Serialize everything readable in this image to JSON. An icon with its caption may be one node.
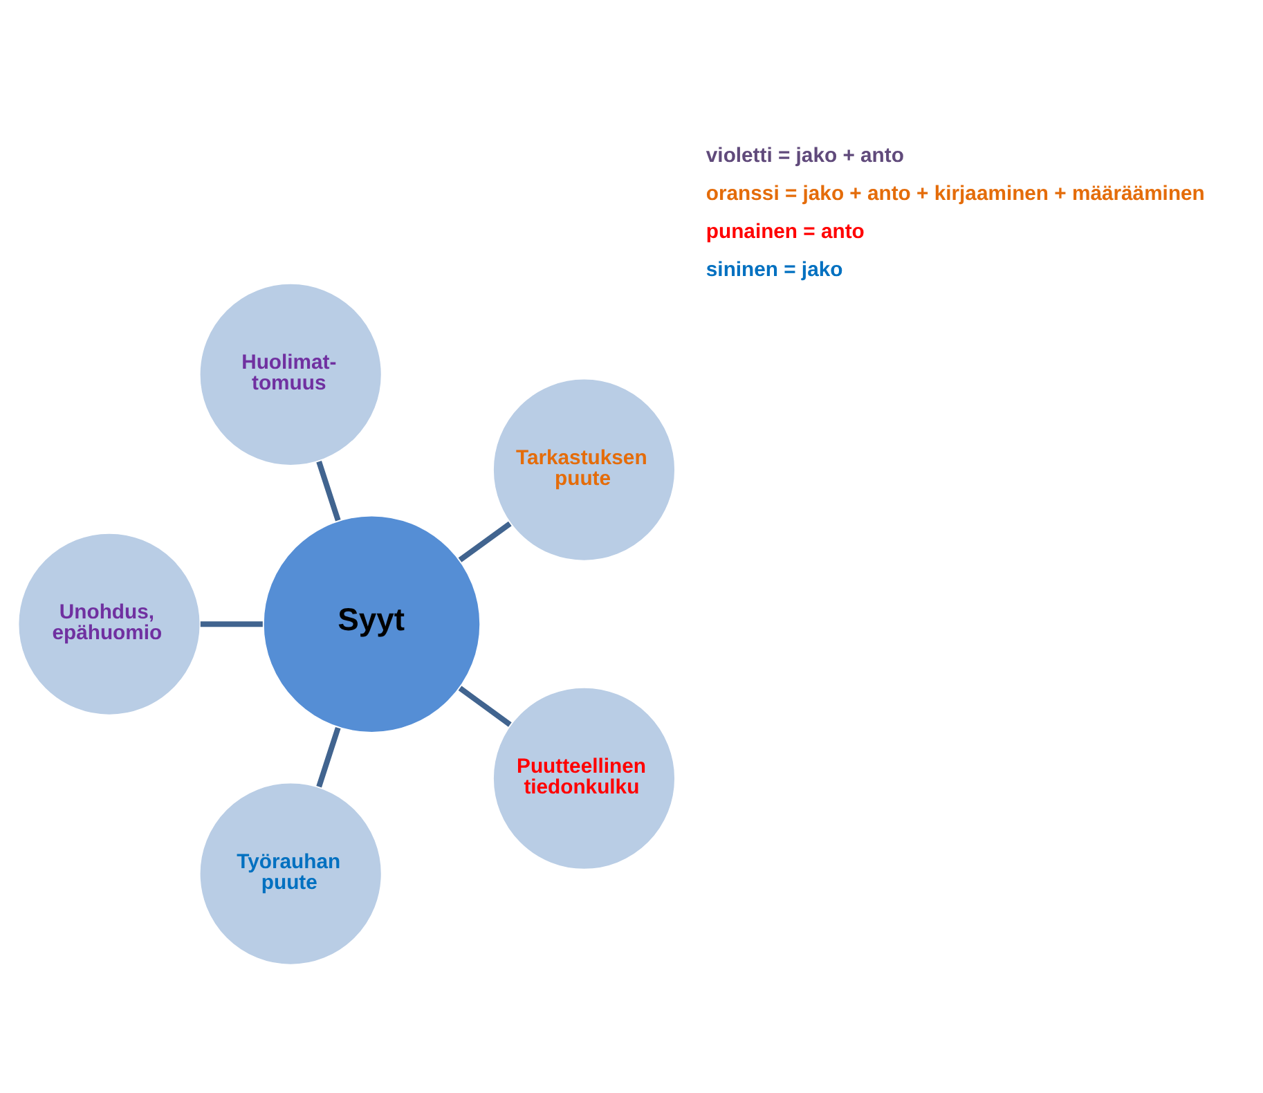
{
  "diagram": {
    "nodes": [
      {
        "text": [
          "Syyt"
        ]
      },
      {
        "text": [
          "Tarkastuksen puute"
        ]
      },
      {
        "text": [
          "Huolimat- tomuus"
        ]
      },
      {
        "text": [
          "Unohdus, epähuomio"
        ]
      },
      {
        "text": [
          "Työrauhan puute"
        ]
      },
      {
        "text": [
          "Puutteellinen tiedonkulku"
        ]
      }
    ],
    "edges": [
      {
        "from": 0,
        "to": 1,
        "arrow": "none"
      },
      {
        "from": 0,
        "to": 2,
        "arrow": "none"
      },
      {
        "from": 0,
        "to": 3,
        "arrow": "none"
      },
      {
        "from": 0,
        "to": 4,
        "arrow": "none"
      },
      {
        "from": 0,
        "to": 5,
        "arrow": "none"
      }
    ],
    "legend": [
      {
        "text": "violetti = jako + anto",
        "color": "#604a7b"
      },
      {
        "text": "oranssi = jako + anto + kirjaaminen + määrääminen",
        "color": "#e46c0a"
      },
      {
        "text": "punainen = anto",
        "color": "#ff0000"
      },
      {
        "text": "sininen = jako",
        "color": "#0070c0"
      }
    ]
  }
}
